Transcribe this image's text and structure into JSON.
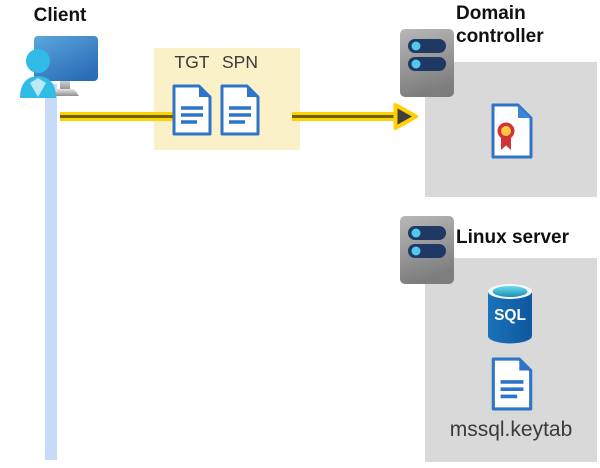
{
  "diagram": {
    "client": {
      "label": "Client"
    },
    "tickets": {
      "tgt": "TGT",
      "spn": "SPN"
    },
    "domain_controller": {
      "label": "Domain controller"
    },
    "linux_server": {
      "label": "Linux server",
      "sql": "SQL",
      "keytab": "mssql.keytab"
    }
  },
  "colors": {
    "box_yellow": "#faf1c8",
    "box_gray": "#d9d9d9",
    "arrow_yellow": "#ffd103",
    "arrow_core": "#6e6100",
    "arrowhead_gray": "#3f3f3f",
    "timeline_blue": "#c5dbf7",
    "doc_blue": "#2e74c9",
    "person_cyan": "#30bce5",
    "person_collar": "#bde8f5",
    "server_bar_navy": "#203864",
    "server_dot_cyan": "#54c8e8",
    "cert_red": "#d13438",
    "cert_gold": "#ffc83d",
    "label_dark": "#3a3a3a"
  }
}
